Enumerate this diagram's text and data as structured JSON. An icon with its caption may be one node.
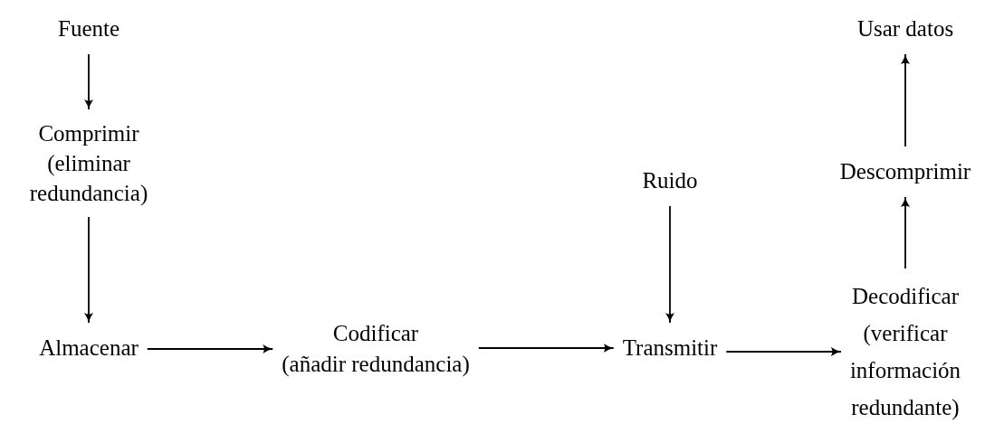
{
  "diagram": {
    "nodes": [
      {
        "text": [
          "Fuente"
        ]
      },
      {
        "text": [
          "Comprimir (eliminar redundancia)"
        ]
      },
      {
        "text": [
          "Almacenar"
        ]
      },
      {
        "text": [
          "Codificar (añadir redundancia)"
        ]
      },
      {
        "text": [
          "Ruido"
        ]
      },
      {
        "text": [
          "Transmitir"
        ]
      },
      {
        "text": [
          "Decodificar (verificar información redundante)"
        ]
      },
      {
        "text": [
          "Descomprimir"
        ]
      },
      {
        "text": [
          "Usar datos"
        ]
      }
    ],
    "edges": [
      {
        "from": 0,
        "to": 1,
        "arrow": "to"
      },
      {
        "from": 1,
        "to": 2,
        "arrow": "to"
      },
      {
        "from": 2,
        "to": 3,
        "arrow": "to"
      },
      {
        "from": 3,
        "to": 5,
        "arrow": "to"
      },
      {
        "from": 4,
        "to": 5,
        "arrow": "to"
      },
      {
        "from": 5,
        "to": 6,
        "arrow": "to"
      },
      {
        "from": 6,
        "to": 7,
        "arrow": "to"
      },
      {
        "from": 7,
        "to": 8,
        "arrow": "to"
      }
    ]
  }
}
